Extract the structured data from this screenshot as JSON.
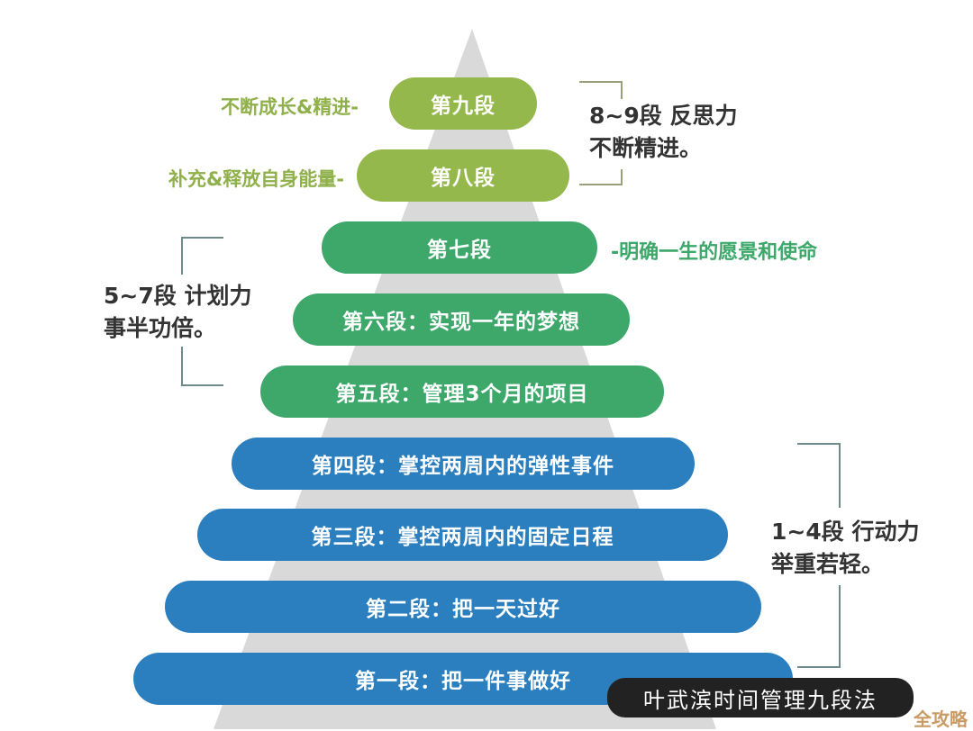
{
  "title": "叶武滨时间管理九段法",
  "watermark": "全攻略",
  "colors": {
    "olive": "#95b84c",
    "green": "#3ea86b",
    "blue": "#2b7fbe",
    "triangle": "#d9d9d9",
    "text": "#333333"
  },
  "levels": [
    {
      "id": 9,
      "label": "第九段",
      "side_note": "不断成长&精进-",
      "color": "olive"
    },
    {
      "id": 8,
      "label": "第八段",
      "side_note": "补充&释放自身能量-",
      "color": "olive"
    },
    {
      "id": 7,
      "label": "第七段",
      "side_note": "-明确一生的愿景和使命",
      "color": "green"
    },
    {
      "id": 6,
      "label": "第六段：实现一年的梦想",
      "color": "green"
    },
    {
      "id": 5,
      "label": "第五段：管理3个月的项目",
      "color": "green"
    },
    {
      "id": 4,
      "label": "第四段：掌控两周内的弹性事件",
      "color": "blue"
    },
    {
      "id": 3,
      "label": "第三段：掌控两周内的固定日程",
      "color": "blue"
    },
    {
      "id": 2,
      "label": "第二段：把一天过好",
      "color": "blue"
    },
    {
      "id": 1,
      "label": "第一段：把一件事做好",
      "color": "blue"
    }
  ],
  "groups": [
    {
      "range": "8~9段 反思力",
      "desc": "不断精进。"
    },
    {
      "range": "5~7段 计划力",
      "desc": "事半功倍。"
    },
    {
      "range": "1~4段 行动力",
      "desc": "举重若轻。"
    }
  ]
}
